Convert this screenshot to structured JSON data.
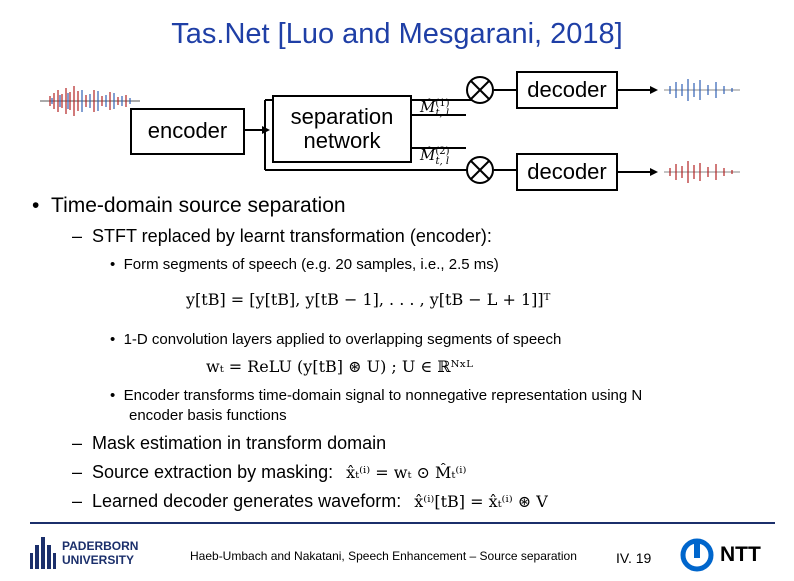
{
  "title": "Tas.Net [Luo and Mesgarani, 2018]",
  "diagram": {
    "encoder_label": "encoder",
    "separation_label_line1": "separation",
    "separation_label_line2": "network",
    "decoder_top_label": "decoder",
    "decoder_bottom_label": "decoder",
    "mask1_label": "M̂",
    "mask1_sup": "(1)",
    "mask1_sub": "t, l",
    "mask2_label": "M̂",
    "mask2_sup": "(2)",
    "mask2_sub": "t, l"
  },
  "bullets": {
    "main": "Time-domain source separation",
    "sub1": "STFT replaced by learnt transformation (encoder):",
    "sub1_item1": "Form segments of speech (e.g. 20 samples, i.e., 2.5 ms)",
    "eq1": "y[tB] = [y[tB], y[tB − 1], . . . , y[tB − L + 1]]ᵀ",
    "sub1_item2": "1-D convolution layers applied to overlapping segments of speech",
    "eq2": "wₜ = ReLU (y[tB] ⊛ U) ;    U ∈ ℝᴺˣᴸ",
    "sub1_item3_line1": "Encoder transforms time-domain signal to nonnegative representation using N",
    "sub1_item3_line2": "encoder basis functions",
    "sub2": "Mask estimation in transform domain",
    "sub3": "Source extraction by masking:",
    "sub3_eq": "x̂ₜ⁽ⁱ⁾ = wₜ ⊙ M̂ₜ⁽ⁱ⁾",
    "sub4": "Learned decoder generates waveform:",
    "sub4_eq": "x̂⁽ⁱ⁾[tB] = x̂ₜ⁽ⁱ⁾ ⊛ V"
  },
  "footer": {
    "university_line1": "PADERBORN",
    "university_line2": "UNIVERSITY",
    "citation": "Haeb-Umbach and Nakatani, Speech Enhancement – Source separation",
    "page": "IV. 19",
    "ntt": "NTT"
  },
  "colors": {
    "title": "#1f3fa6",
    "wave_red": "#b22222",
    "wave_blue": "#2f5fb3",
    "upb_blue": "#1b2f6b",
    "ntt_blue": "#0066cc"
  }
}
